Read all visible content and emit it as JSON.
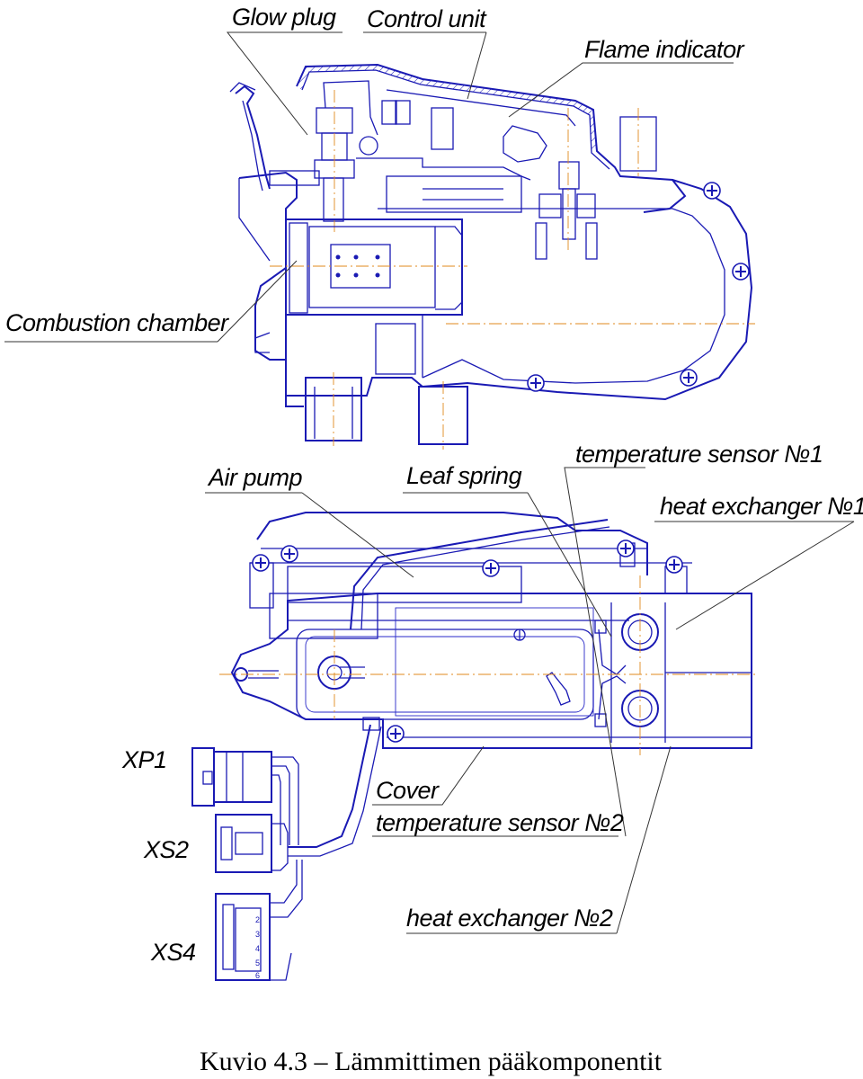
{
  "labels": {
    "glow_plug": "Glow plug",
    "control_unit": "Control unit",
    "flame_indicator": "Flame indicator",
    "combustion_chamber": "Combustion chamber",
    "air_pump": "Air pump",
    "leaf_spring": "Leaf spring",
    "temp_sensor_1": "temperature sensor №1",
    "heat_exchanger_1": "heat exchanger №1",
    "xp1": "XP1",
    "xs2": "XS2",
    "xs4": "XS4",
    "cover": "Cover",
    "temp_sensor_2": "temperature sensor №2",
    "heat_exchanger_2": "heat exchanger №2"
  },
  "pin_numbers": [
    "2",
    "3",
    "4",
    "5",
    "6"
  ],
  "caption": "Kuvio 4.3 – Lämmittimen pääkomponentit",
  "colors": {
    "drawing": "#1a1ab4",
    "centerline": "#e08a1e",
    "text": "#000000"
  }
}
